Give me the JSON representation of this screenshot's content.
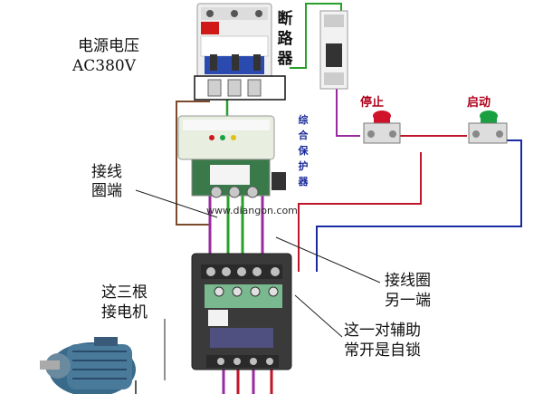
{
  "labels": {
    "supply_line1": "电源电压",
    "supply_line2": "AC380V",
    "breaker": "断路器",
    "protector": "综合保护器",
    "stop": "停止",
    "start": "启动",
    "coil_end": "接线圈端",
    "coil_other_line1": "接线圈",
    "coil_other_line2": "另一端",
    "three_wires_line1": "这三根",
    "three_wires_line2": "接电机",
    "aux_line1": "这一对辅助",
    "aux_line2": "常开是自锁",
    "watermark": "www.diangon.com"
  },
  "colors": {
    "wire_brown": "#7a4a2a",
    "wire_green": "#2aa02a",
    "wire_purple": "#9a2aa0",
    "wire_red": "#c0162a",
    "wire_navy": "#1a2aa0",
    "stop_button": "#d0122a",
    "start_button": "#1aa040"
  },
  "icons": [
    "circuit-breaker-icon",
    "single-pole-breaker-icon",
    "protector-relay-icon",
    "push-button-icon",
    "contactor-icon",
    "motor-icon"
  ]
}
